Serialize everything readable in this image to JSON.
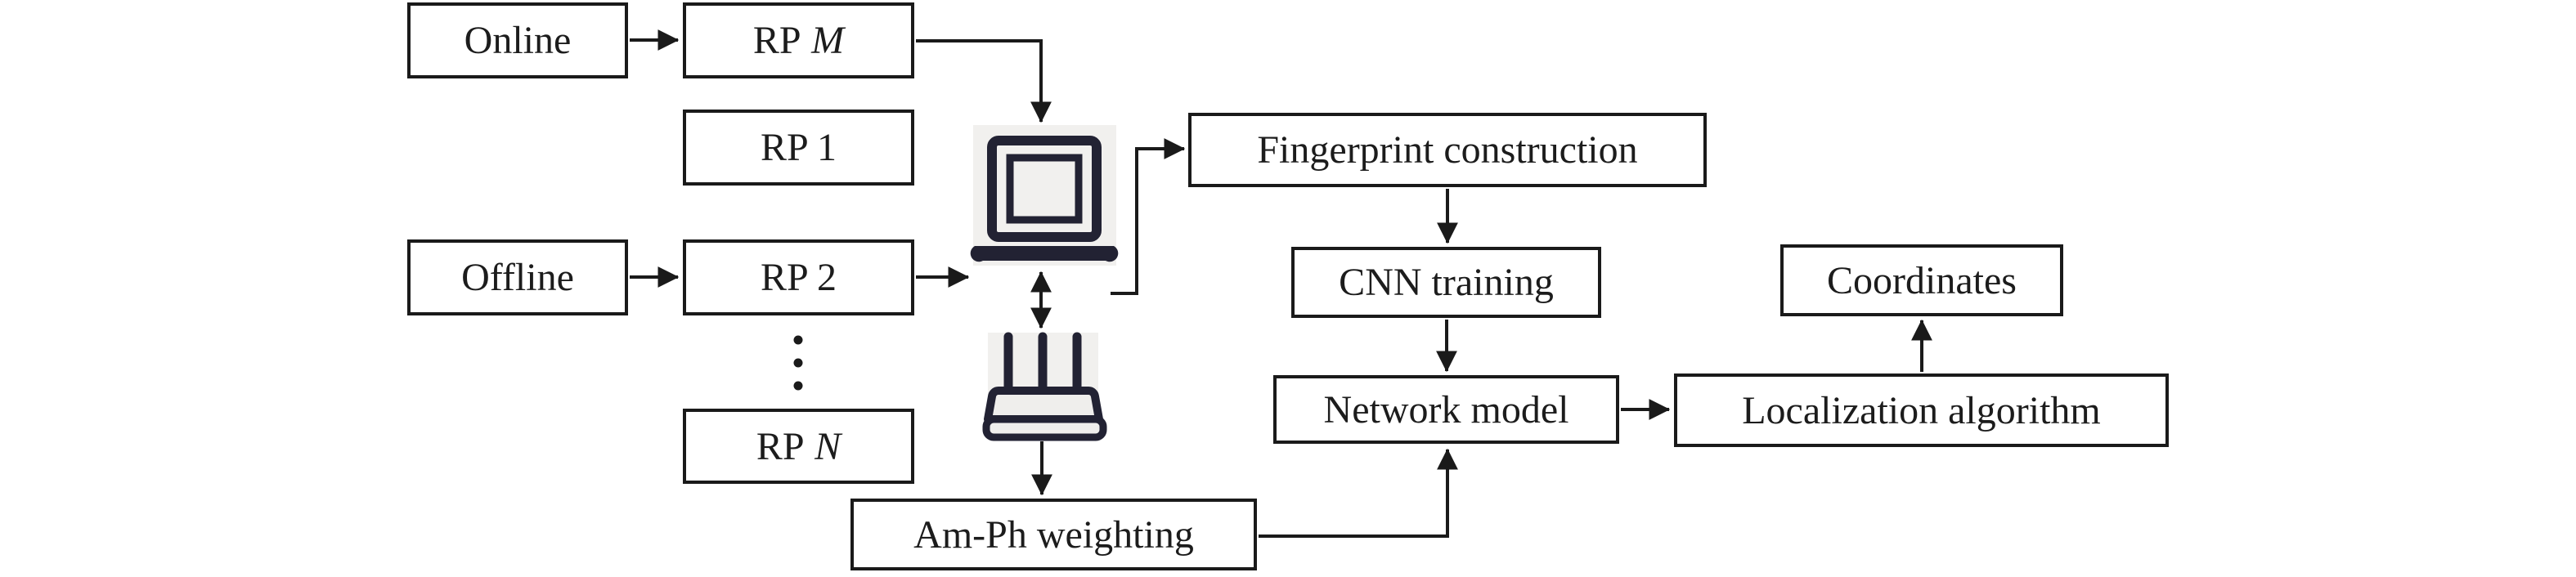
{
  "diagram": {
    "type": "flowchart",
    "nodes": {
      "online": {
        "label": "Online"
      },
      "rp_m": {
        "prefix": "RP",
        "variable": "M"
      },
      "rp_1": {
        "label": "RP 1"
      },
      "offline": {
        "label": "Offline"
      },
      "rp_2": {
        "label": "RP 2"
      },
      "rp_n": {
        "prefix": "RP",
        "variable": "N"
      },
      "fingerprint_construction": {
        "label": "Fingerprint construction"
      },
      "cnn_training": {
        "label": "CNN training"
      },
      "network_model": {
        "label": "Network model"
      },
      "am_ph_weighting": {
        "label": "Am-Ph weighting"
      },
      "localization_algorithm": {
        "label": "Localization algorithm"
      },
      "coordinates": {
        "label": "Coordinates"
      }
    },
    "icons": [
      {
        "name": "laptop-icon"
      },
      {
        "name": "wifi-router-icon"
      },
      {
        "name": "vertical-ellipsis-icon"
      }
    ],
    "edges": [
      "Online -> RP M",
      "Offline -> RP 2",
      "RP M -> laptop",
      "RP 2 -> laptop",
      "laptop <-> router",
      "laptop -> Fingerprint construction",
      "Fingerprint construction -> CNN training",
      "CNN training -> Network model",
      "router -> Am-Ph weighting",
      "Am-Ph weighting -> Network model",
      "Network model -> Localization algorithm",
      "Localization algorithm -> Coordinates"
    ],
    "colors": {
      "background": "#ffffff",
      "box_border": "#1a1a1a",
      "text": "#1c1c1c",
      "line": "#1a1a1a",
      "icon_dark": "#222233",
      "icon_bg": "#f1f0ee"
    }
  }
}
